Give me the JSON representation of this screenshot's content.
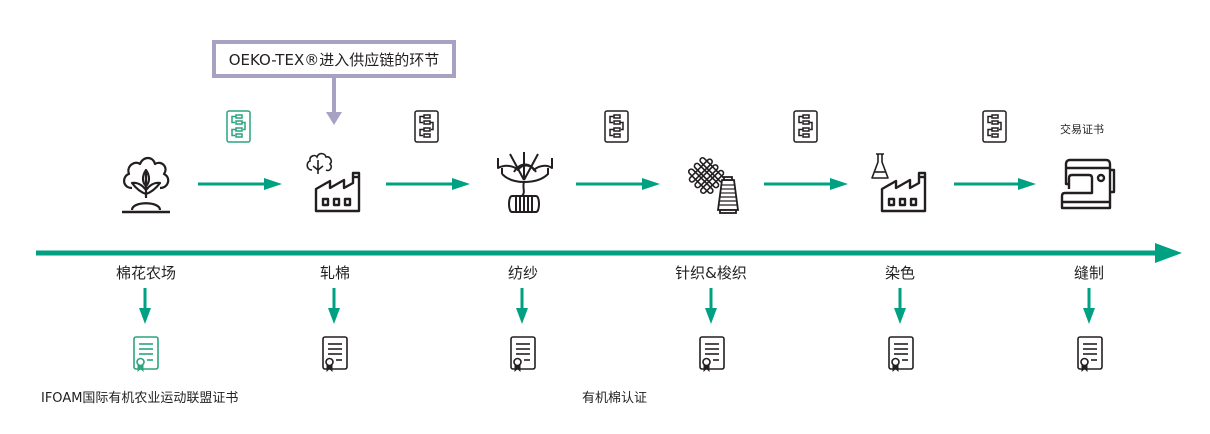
{
  "colors": {
    "accent": "#00a082",
    "callout_border": "#a9a1c3",
    "callout_arrow": "#a9a1c3",
    "icon_dark": "#231f20",
    "icon_green": "#2ba37e"
  },
  "callout": {
    "text": "OEKO-TEX®进入供应链的环节"
  },
  "trade_certificate_label": "交易证书",
  "stages": [
    {
      "label": "棉花农场",
      "icon": "cotton-plant-icon"
    },
    {
      "label": "轧棉",
      "icon": "ginning-factory-icon"
    },
    {
      "label": "纺纱",
      "icon": "spinning-yarn-icon"
    },
    {
      "label": "针织&梭织",
      "icon": "knit-weave-icon"
    },
    {
      "label": "染色",
      "icon": "dyeing-factory-icon"
    },
    {
      "label": "缝制",
      "icon": "sewing-machine-icon"
    }
  ],
  "flowchart_icons": [
    {
      "name": "transaction-doc-icon",
      "highlighted": true
    },
    {
      "name": "transaction-doc-icon",
      "highlighted": false
    },
    {
      "name": "transaction-doc-icon",
      "highlighted": false
    },
    {
      "name": "transaction-doc-icon",
      "highlighted": false
    },
    {
      "name": "transaction-doc-icon",
      "highlighted": false
    }
  ],
  "certificates": [
    {
      "highlighted": true
    },
    {
      "highlighted": false
    },
    {
      "highlighted": false
    },
    {
      "highlighted": false
    },
    {
      "highlighted": false
    },
    {
      "highlighted": false
    }
  ],
  "certificate_labels": {
    "ifoam": "IFOAM国际有机农业运动联盟证书",
    "organic": "有机棉认证"
  }
}
